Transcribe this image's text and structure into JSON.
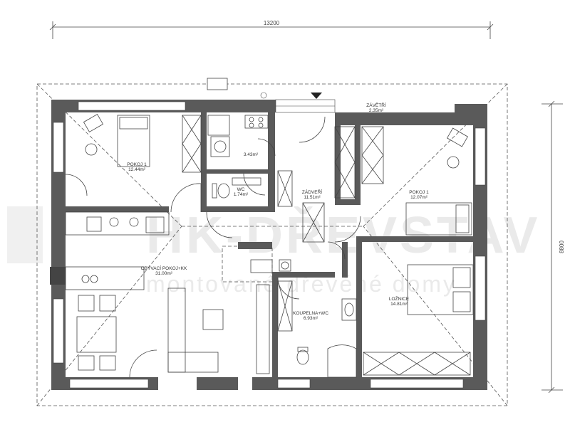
{
  "dimensions": {
    "width": "13200",
    "depth": "8800"
  },
  "rooms": [
    {
      "id": "pokoj-1",
      "name": "POKOJ 1",
      "area": "12.44m²"
    },
    {
      "id": "wc",
      "name": "WC",
      "area": "1.74m²"
    },
    {
      "id": "tech",
      "name": "",
      "area": "3.43m²"
    },
    {
      "id": "zavetri",
      "name": "ZÁVĚTŘÍ",
      "area": "2.35m²"
    },
    {
      "id": "pokoj-2",
      "name": "POKOJ 1",
      "area": "12.07m²"
    },
    {
      "id": "zadveri",
      "name": "ZÁDVEŘÍ",
      "area": "11.51m²"
    },
    {
      "id": "obyvaci",
      "name": "OBÝVACÍ POKOJ+KK",
      "area": "31.00m²"
    },
    {
      "id": "loznice",
      "name": "LOŽNICE",
      "area": "14.81m²"
    },
    {
      "id": "koupelna",
      "name": "KOUPELNA+WC",
      "area": "6.93m²"
    }
  ],
  "watermark": {
    "logo": "HK-DŘEVSTAV",
    "tagline": "montované dřevěné domy",
    "color": "#e6e6e6"
  },
  "colors": {
    "wall": "#5a5a5a",
    "line": "#444444",
    "dash": "#555555"
  }
}
